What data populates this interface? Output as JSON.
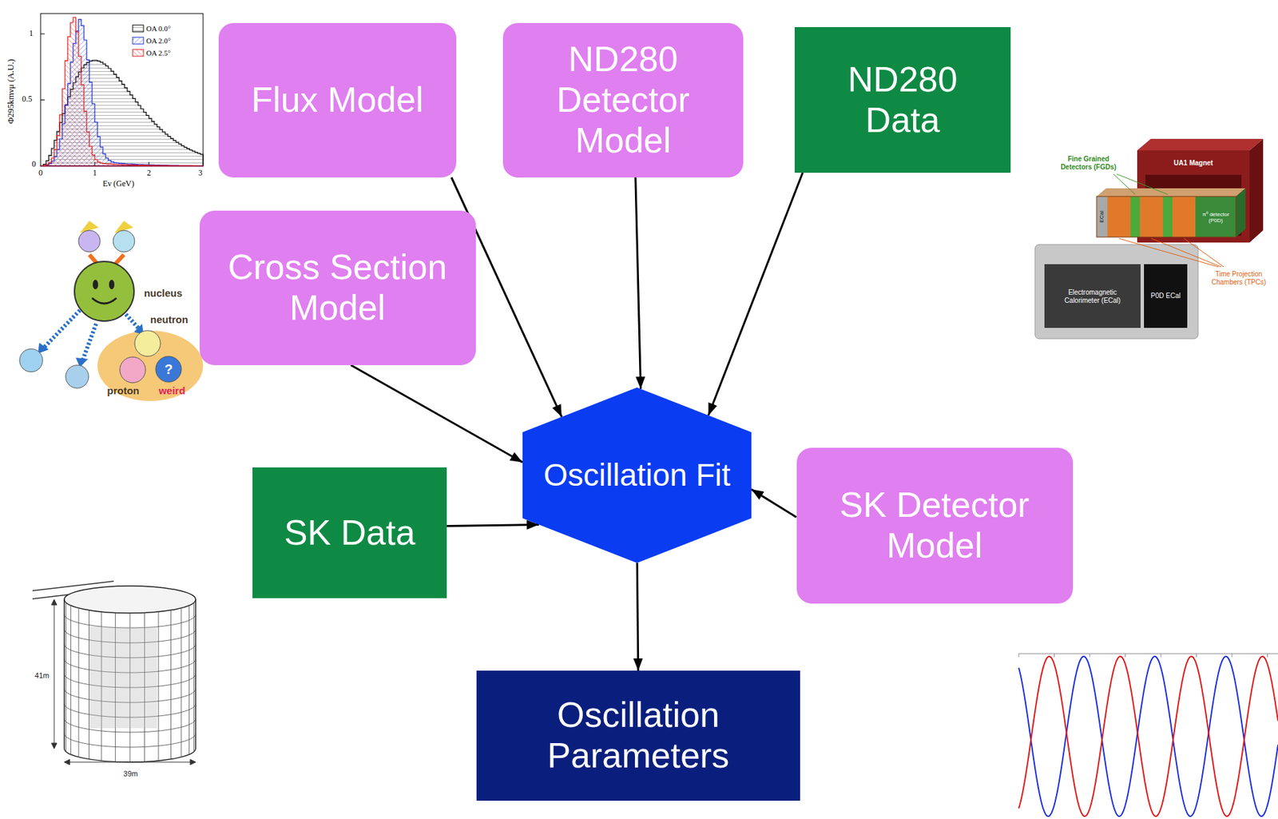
{
  "diagram": {
    "nodes": [
      {
        "text": [
          "Flux Model"
        ]
      },
      {
        "text": [
          "ND280 Detector Model"
        ]
      },
      {
        "text": [
          "ND280 Data"
        ]
      },
      {
        "text": [
          "Cross Section Model"
        ]
      },
      {
        "text": [
          "Oscillation Fit"
        ]
      },
      {
        "text": [
          "SK Data"
        ]
      },
      {
        "text": [
          "SK Detector Model"
        ]
      },
      {
        "text": [
          "Oscillation Parameters"
        ]
      }
    ],
    "edges": [
      {
        "from": 0,
        "to": 4,
        "arrow": "to"
      },
      {
        "from": 1,
        "to": 4,
        "arrow": "to"
      },
      {
        "from": 2,
        "to": 4,
        "arrow": "to"
      },
      {
        "from": 3,
        "to": 4,
        "arrow": "to"
      },
      {
        "from": 5,
        "to": 4,
        "arrow": "to"
      },
      {
        "from": 6,
        "to": 4,
        "arrow": "to"
      },
      {
        "from": 4,
        "to": 7,
        "arrow": "to"
      }
    ],
    "labels": [
      "Φ295kmνμ (A.U.)",
      "1",
      "0.5",
      "0",
      "0",
      "1",
      "2",
      "3",
      "Eν (GeV)",
      "nucleus",
      "neutron",
      "?",
      "proton",
      "weird",
      "Fine Grained Detectors (FGDs)",
      "UA1 Magnet",
      "ECal",
      "π⁰ detector (P0D)",
      "Time Projection Chambers (TPCs)",
      "Electromagnetic Calorimeter (ECal)",
      "P0D ECal",
      "41m",
      "39m"
    ],
    "legend": [
      {
        "text": "OA 0.0°"
      },
      {
        "text": "OA 2.0°"
      },
      {
        "text": "OA 2.5°"
      }
    ]
  }
}
